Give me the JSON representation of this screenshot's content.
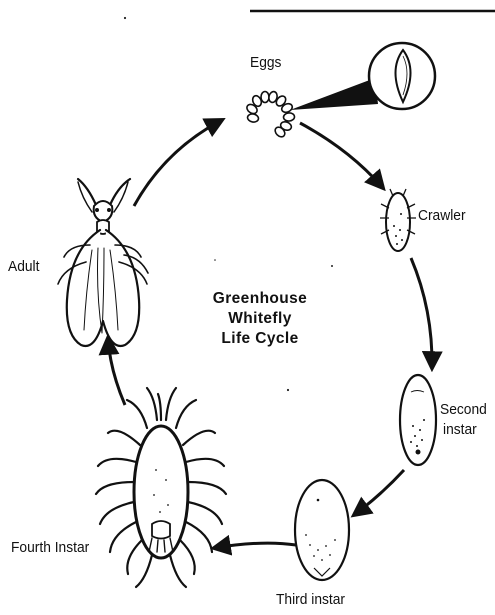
{
  "diagram": {
    "title_lines": [
      "Greenhouse",
      "Whitefly",
      "Life Cycle"
    ],
    "stages": {
      "eggs": "Eggs",
      "crawler": "Crawler",
      "second_instar_line1": "Second",
      "second_instar_line2": "instar",
      "third_instar": "Third instar",
      "fourth_instar": "Fourth Instar",
      "adult": "Adult"
    }
  }
}
